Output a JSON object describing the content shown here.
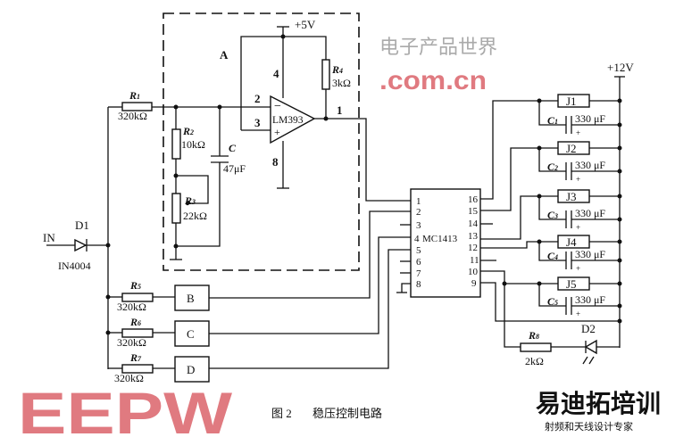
{
  "caption": {
    "figure": "图 2",
    "title": "稳压控制电路"
  },
  "block_a": {
    "label": "A",
    "supply": "+5V",
    "pin_4": "4",
    "pin_8": "8",
    "pin_2": "2",
    "pin_3": "3",
    "pin_1": "1",
    "minus": "−",
    "plus": "+",
    "comparator": "LM393"
  },
  "resistors": {
    "r1": {
      "name": "R",
      "sub": "1",
      "value": "320kΩ"
    },
    "r2": {
      "name": "R",
      "sub": "2",
      "value": "10kΩ"
    },
    "r3": {
      "name": "R",
      "sub": "3",
      "value": "22kΩ"
    },
    "r4": {
      "name": "R",
      "sub": "4",
      "value": "3kΩ"
    },
    "r5": {
      "name": "R",
      "sub": "5",
      "value": "320kΩ"
    },
    "r6": {
      "name": "R",
      "sub": "6",
      "value": "320kΩ"
    },
    "r7": {
      "name": "R",
      "sub": "7",
      "value": "320kΩ"
    },
    "r8": {
      "name": "R",
      "sub": "8",
      "value": "2kΩ"
    }
  },
  "capacitor_c": {
    "name": "C",
    "value": "47μF"
  },
  "input": {
    "label": "IN",
    "diode": "D1",
    "diode_part": "IN4004"
  },
  "blocks": {
    "b": "B",
    "c": "C",
    "d": "D"
  },
  "ic": {
    "part": "MC1413",
    "left_pins": [
      "1",
      "2",
      "3",
      "4",
      "5",
      "6",
      "7",
      "8"
    ],
    "right_pins": [
      "16",
      "15",
      "14",
      "13",
      "12",
      "11",
      "10",
      "9"
    ]
  },
  "supply_12v": "+12V",
  "relays": [
    {
      "relay": "J1",
      "cap": "C",
      "cap_sub": "1",
      "cap_value": "330 μF"
    },
    {
      "relay": "J2",
      "cap": "C",
      "cap_sub": "2",
      "cap_value": "330 μF"
    },
    {
      "relay": "J3",
      "cap": "C",
      "cap_sub": "3",
      "cap_value": "330 μF"
    },
    {
      "relay": "J4",
      "cap": "C",
      "cap_sub": "4",
      "cap_value": "330 μF"
    },
    {
      "relay": "J5",
      "cap": "C",
      "cap_sub": "5",
      "cap_value": "330 μF"
    }
  ],
  "cap_polarity": "+",
  "led": {
    "label": "D2"
  },
  "watermarks": {
    "eepw": "EEPW",
    "cn_text": "电子产品世界",
    "domain": ".com.cn",
    "logo": "易迪拓培训",
    "logo_sub": "射频和天线设计专家"
  }
}
